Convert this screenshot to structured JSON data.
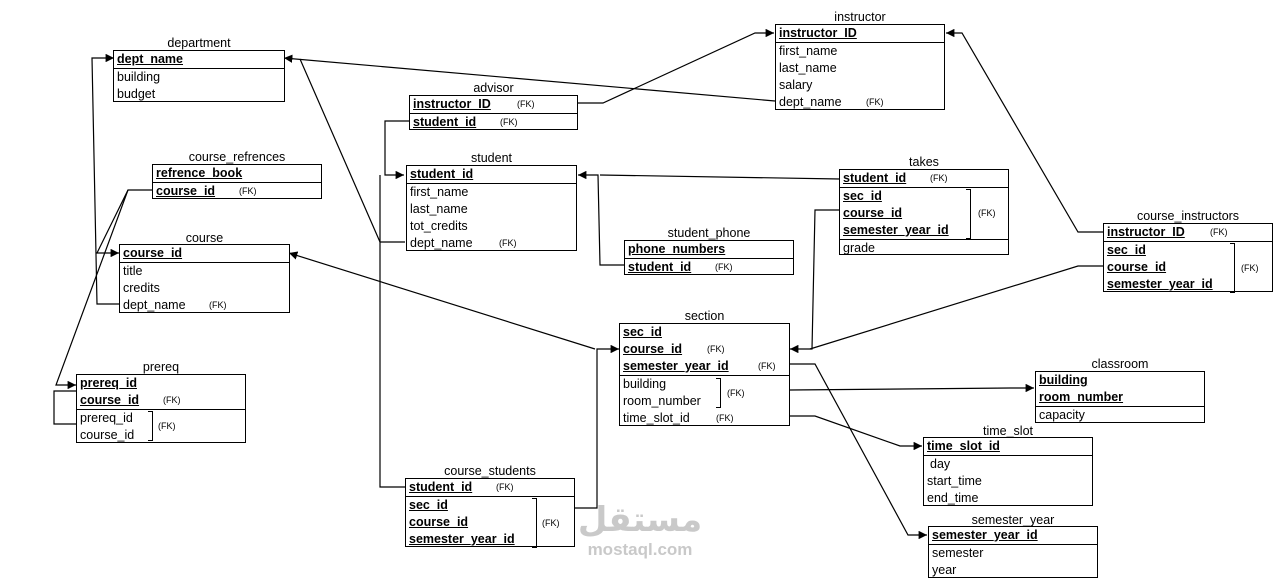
{
  "entities": {
    "department": {
      "title": "department",
      "attrs": [
        "dept_name",
        "building",
        "budget"
      ]
    },
    "instructor": {
      "title": "instructor",
      "attrs": [
        "instructor_ID",
        "first_name",
        "last_name",
        "salary",
        "dept_name"
      ],
      "fk": "(FK)"
    },
    "advisor": {
      "title": "advisor",
      "attrs": [
        "instructor_ID",
        "student_id"
      ],
      "fk": "(FK)"
    },
    "student": {
      "title": "student",
      "attrs": [
        "student_id",
        "first_name",
        "last_name",
        "tot_credits",
        "dept_name"
      ],
      "fk": "(FK)"
    },
    "course_refrences": {
      "title": "course_refrences",
      "attrs": [
        "refrence_book",
        "course_id"
      ],
      "fk": "(FK)"
    },
    "course": {
      "title": "course",
      "attrs": [
        "course_id",
        "title",
        "credits",
        "dept_name"
      ],
      "fk": "(FK)"
    },
    "student_phone": {
      "title": "student_phone",
      "attrs": [
        "phone_numbers",
        "student_id"
      ],
      "fk": "(FK)"
    },
    "takes": {
      "title": "takes",
      "attrs": [
        "student_id",
        "sec_id",
        "course_id",
        "semester_year_id",
        "grade"
      ],
      "fk": "(FK)"
    },
    "course_instructors": {
      "title": "course_instructors",
      "attrs": [
        "instructor_ID",
        "sec_id",
        "course_id",
        "semester_year_id"
      ],
      "fk": "(FK)"
    },
    "section": {
      "title": "section",
      "attrs": [
        "sec_id",
        "course_id",
        "semester_year_id",
        "building",
        "room_number",
        "time_slot_id"
      ],
      "fk": "(FK)"
    },
    "prereq": {
      "title": "prereq",
      "attrs": [
        "prereq_id",
        "course_id",
        "prereq_id",
        "course_id"
      ],
      "fk": "(FK)"
    },
    "classroom": {
      "title": "classroom",
      "attrs": [
        "building",
        "room_number",
        "capacity"
      ]
    },
    "time_slot": {
      "title": "time_slot",
      "attrs": [
        "time_slot_id",
        "day",
        "start_time",
        "end_time"
      ]
    },
    "course_students": {
      "title": "course_students",
      "attrs": [
        "student_id",
        "sec_id",
        "course_id",
        "semester_year_id"
      ],
      "fk": "(FK)"
    },
    "semester_year": {
      "title": "semester_year",
      "attrs": [
        "semester_year_id",
        "semester",
        "year"
      ]
    }
  },
  "watermark": {
    "arabic": "مستقل",
    "latin": "mostaql.com"
  }
}
